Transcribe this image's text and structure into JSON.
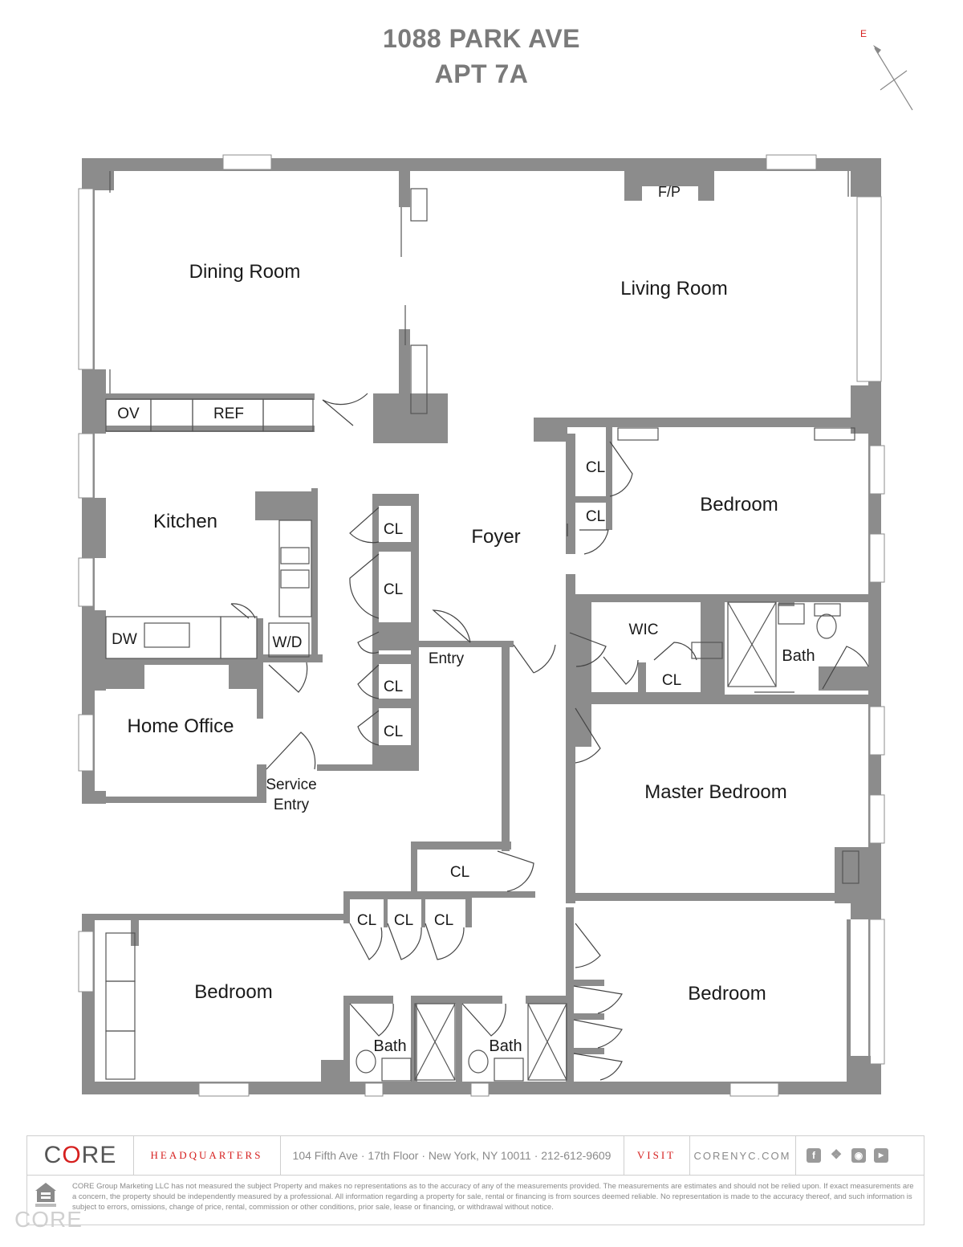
{
  "header": {
    "address_line1": "1088 PARK AVE",
    "address_line2": "APT 7A",
    "compass_label": "E"
  },
  "rooms": {
    "dining_room": "Dining Room",
    "living_room": "Living Room",
    "fireplace": "F/P",
    "oven": "OV",
    "refrigerator": "REF",
    "kitchen": "Kitchen",
    "foyer": "Foyer",
    "bedroom_ne": "Bedroom",
    "dishwasher": "DW",
    "washer_dryer": "W/D",
    "entry": "Entry",
    "wic": "WIC",
    "master_bath": "Bath",
    "home_office": "Home Office",
    "service_entry_1": "Service",
    "service_entry_2": "Entry",
    "master_bedroom": "Master Bedroom",
    "bedroom_sw": "Bedroom",
    "bedroom_se": "Bedroom",
    "bath_1": "Bath",
    "bath_2": "Bath",
    "closet": "CL"
  },
  "colors": {
    "wall": "#8c8c8c",
    "title": "#7a7a7a",
    "accent": "#d6201f"
  },
  "footer": {
    "logo_prefix": "C",
    "logo_o": "O",
    "logo_suffix": "RE",
    "headquarters_label": "HEADQUARTERS",
    "address": "104 Fifth Ave · 17th Floor · New York, NY 10011 · 212-612-9609",
    "visit_label": "VISIT",
    "website": "CORENYC.COM",
    "social_icons": [
      "facebook-icon",
      "twitter-icon",
      "instagram-icon",
      "youtube-icon"
    ],
    "disclaimer": "CORE Group Marketing LLC has not measured the subject Property and makes no representations as to the accuracy of any of the measurements provided. The measurements are estimates and should not be relied upon. If exact measurements are a concern, the property should be independently measured by a professional. All information regarding a property for sale, rental or financing is from sources deemed reliable. No representation is made to the accuracy thereof, and such information is subject to errors, omissions, change of price, rental, commission or other conditions, prior sale, lease or financing, or withdrawal without notice.",
    "watermark": "CORE"
  }
}
